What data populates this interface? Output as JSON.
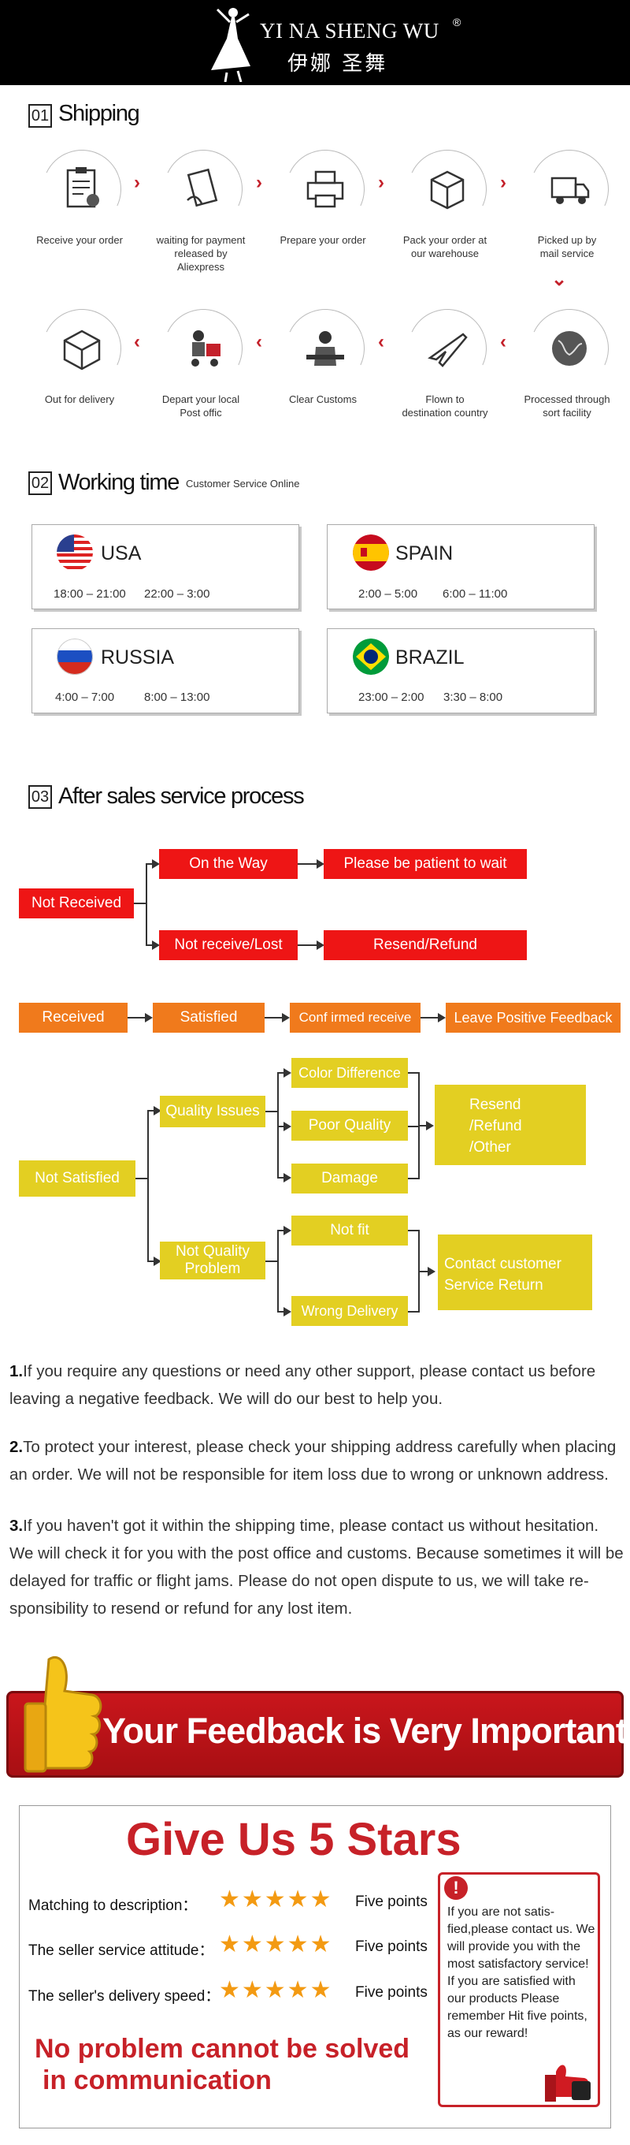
{
  "header": {
    "brand_en": "YI NA SHENG WU",
    "brand_reg": "®",
    "brand_cn": "伊娜 圣舞"
  },
  "shipping": {
    "num": "01",
    "title": "Shipping",
    "steps": [
      {
        "label": "Receive your order",
        "icon": "clipboard-icon"
      },
      {
        "label": "waiting for payment\nreleased by Aliexpress",
        "icon": "payment-icon"
      },
      {
        "label": "Prepare your order",
        "icon": "printer-icon"
      },
      {
        "label": "Pack your order at\nour warehouse",
        "icon": "box-icon"
      },
      {
        "label": "Picked up by\nmail service",
        "icon": "truck-icon"
      },
      {
        "label": "Processed through\nsort facility",
        "icon": "globe-icon"
      },
      {
        "label": "Flown to\ndestination country",
        "icon": "plane-icon"
      },
      {
        "label": "Clear Customs",
        "icon": "customs-icon"
      },
      {
        "label": "Depart your local\nPost offic",
        "icon": "courier-icon"
      },
      {
        "label": "Out for delivery",
        "icon": "parcel-icon"
      }
    ]
  },
  "working": {
    "num": "02",
    "title": "Working time",
    "subtitle": "Customer Service Online",
    "countries": [
      {
        "name": "USA",
        "t1": "18:00 – 21:00",
        "t2": "22:00 – 3:00"
      },
      {
        "name": "SPAIN",
        "t1": "2:00 – 5:00",
        "t2": "6:00 – 11:00"
      },
      {
        "name": "RUSSIA",
        "t1": "4:00 – 7:00",
        "t2": "8:00 – 13:00"
      },
      {
        "name": "BRAZIL",
        "t1": "23:00 – 2:00",
        "t2": "3:30 – 8:00"
      }
    ]
  },
  "after": {
    "num": "03",
    "title": "After sales service process",
    "not_received": "Not Received",
    "on_the_way": "On the Way",
    "be_patient": "Please be patient to wait",
    "not_receive_lost": "Not receive/Lost",
    "resend_refund": "Resend/Refund",
    "received": "Received",
    "satisfied": "Satisfied",
    "confirmed": "Conf irmed receive",
    "leave_feedback": "Leave Positive Feedback",
    "not_satisfied": "Not Satisfied",
    "quality_issues": "Quality Issues",
    "color_diff": "Color Difference",
    "poor_quality": "Poor Quality",
    "damage": "Damage",
    "resend_line1": "Resend",
    "resend_line2": "/Refund",
    "resend_line3": "/Other",
    "not_quality_1": "Not Quality",
    "not_quality_2": "Problem",
    "not_fit": "Not fit",
    "wrong_delivery": "Wrong Delivery",
    "contact_1": "Contact customer",
    "contact_2": "Service Return"
  },
  "notes": {
    "n1_num": "1.",
    "n1": "If you require any questions or need any other support, please contact us before leaving a negative feedback. We will do our best to help you.",
    "n2_num": "2.",
    "n2": "To protect your interest, please check your shipping address carefully when placing an order. We will not be responsible for item loss due to wrong or unknown address.",
    "n3_num": "3.",
    "n3": "If you haven't got it within the shipping time, please contact us without hesitation. We will check it for you with the post office and customs. Because sometimes it will be delayed for traffic or flight jams. Please do not open dispute to us, we will take re- sponsibility to resend or refund for any lost item."
  },
  "feedback": {
    "banner": "Your Feedback is Very Important",
    "title": "Give Us 5 Stars",
    "ratings": [
      {
        "label": "Matching to description：",
        "stars": 5,
        "points": "Five points"
      },
      {
        "label": "The seller service attitude：",
        "stars": 5,
        "points": "Five points"
      },
      {
        "label": "The seller's delivery speed：",
        "stars": 5,
        "points": "Five points"
      }
    ],
    "tip_mark": "!",
    "tip": "If you are not satis- fied,please contact us. We will provide you with the most satisfactory service! If you are satisfied with our products Please remember Hit five points, as our reward!",
    "slogan1": "No problem cannot be solved",
    "slogan2": "in communication"
  },
  "colors": {
    "red": "#ee1515",
    "orange": "#f07a1c",
    "yellow": "#e3cf22",
    "brand_red": "#c72128",
    "star": "#f39a12"
  }
}
